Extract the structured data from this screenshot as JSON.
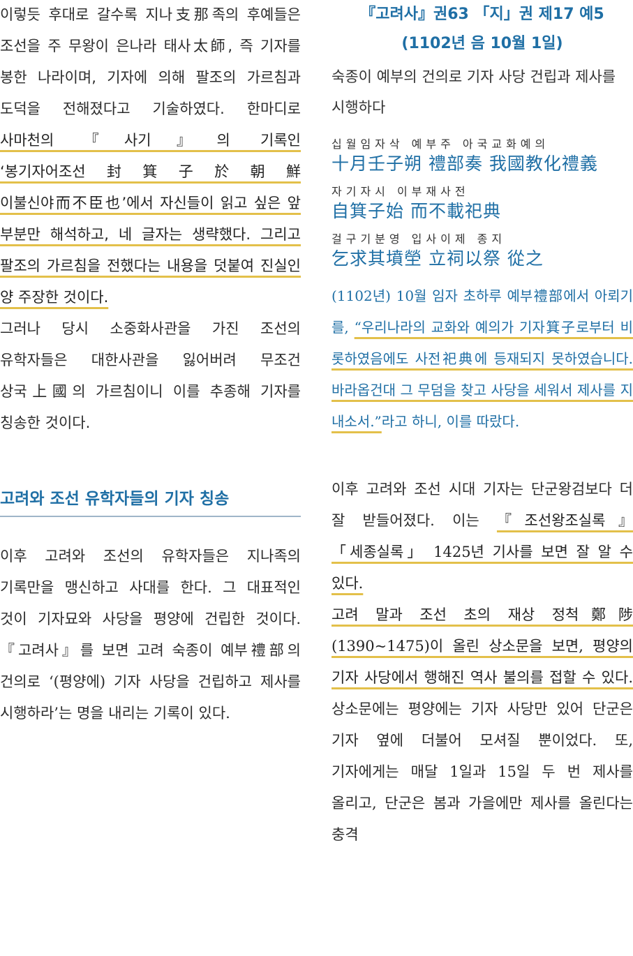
{
  "left": {
    "p1_before": "이렇듯 후대로 갈수록 지나支那족의 후예들은 조선을 주 무왕이 은나라 태사太師, 즉 기자를 봉한 나라이며, 기자에 의해 팔조의 가르침과 도덕을 전해졌다고 기술하였다. 한마디로 ",
    "p1_highlight": "사마천의 『사기』의 기록인 ‘봉기자어조선封箕子於朝鮮 이불신야而不臣也’에서 자신들이 읽고 싶은 앞 부분만 해석하고, 네 글자는 생략했다. 그리고 팔조의 가르침을 전했다는 내용을 덧붙여 진실인 양 주장한 것이다.",
    "p2": "그러나 당시 소중화사관을 가진 조선의 유학자들은 대한사관을 잃어버려 무조건 상국上國의 가르침이니 이를 추종해 기자를 칭송한 것이다.",
    "section_title": "고려와 조선 유학자들의 기자 칭송",
    "p3": "이후 고려와 조선의 유학자들은 지나족의 기록만을 맹신하고 사대를 한다. 그 대표적인 것이 기자묘와 사당을 평양에 건립한 것이다. 『고려사』를 보면 고려 숙종이 예부禮部의 건의로 ‘(평양에) 기자 사당을 건립하고 제사를 시행하라’는 명을 내리는 기록이 있다."
  },
  "right": {
    "src_title_1": "『고려사』권63 「지」권 제17 예5",
    "src_title_2": "(1102년 음 10월 1일)",
    "src_summary": "숙종이 예부의 건의로 기자 사당 건립과 제사를 시행하다",
    "hanja_lines": [
      {
        "reading": "십월임자삭 예부주 아국교화예의",
        "hanja": "十月壬子朔 禮部奏 我國教化禮義"
      },
      {
        "reading": "자기자시 이부재사전",
        "hanja": "自箕子始 而不載祀典"
      },
      {
        "reading": "걸구기분영 입사이제 종지",
        "hanja": "乞求其墳塋 立祠以祭 從之"
      }
    ],
    "translation_before": "(1102년) 10월 임자 초하루 예부禮部에서 아뢰기를, ",
    "translation_highlight": "“우리나라의 교화와 예의가 기자箕子로부터 비롯하였음에도 사전祀典에 등재되지 못하였습니다. 바라옵건대 그 무덤을 찾고 사당을 세워서 제사를 지내소서.”",
    "translation_after": "라고 하니, 이를 따랐다.",
    "p4_before": "이후 고려와 조선 시대 기자는 단군왕검보다 더 잘 받들어졌다. 이는 ",
    "p4_highlight": "『조선왕조실록』「세종실록」 1425년 기사를 보면 잘 알 수 있다.",
    "p5_highlight": "고려 말과 조선 초의 재상 정척鄭陟(1390~1475)이 올린 상소문을 보면, 평양의 기자 사당에서 행해진 역사 불의를 접할 수 있다.",
    "p5_after": " 상소문에는 평양에는 기자 사당만 있어 단군은 기자 옆에 더불어 모셔질 뿐이었다. 또, 기자에게는 매달 1일과 15일 두 번 제사를 올리고, 단군은 봄과 가을에만 제사를 올린다는 충격"
  }
}
